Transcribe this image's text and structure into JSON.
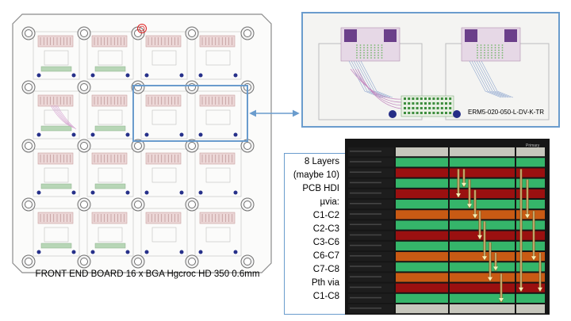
{
  "caption": "FRONT END BOARD 16 x BGA Hgcroc HD 350 0.6mm",
  "connector_label": "ERM5-020-050-L-DV-K-TR",
  "stackup_info": [
    "8 Layers",
    "(maybe 10)",
    "PCB HDI",
    "µvia:",
    "C1-C2",
    "C2-C3",
    "C3-C6",
    "C6-C7",
    "C7-C8",
    "Pth via",
    "C1-C8"
  ],
  "stackup_header": "Primary",
  "stackup_layers": [
    "grey",
    "green",
    "red",
    "green",
    "red",
    "green",
    "orange",
    "green",
    "red",
    "green",
    "orange",
    "green",
    "orange",
    "red",
    "green",
    "grey"
  ],
  "colors": {
    "highlight": "#6a9ccd",
    "layer_green": "#35b56a",
    "layer_red": "#9a1010",
    "layer_orange": "#c85a14",
    "layer_grey": "#c7c7bd",
    "via": "#f4f0b8"
  }
}
